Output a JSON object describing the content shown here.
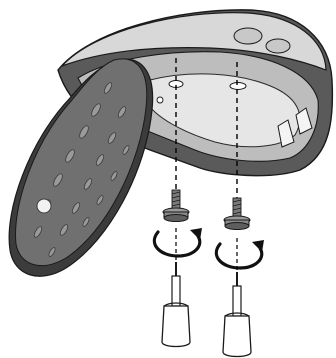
{
  "diagram": {
    "kind": "installation-illustration",
    "parts": {
      "housing": "detector-base-housing",
      "plate": "mounting-plate",
      "screws": [
        "mounting-screw",
        "mounting-screw"
      ],
      "screwdrivers": [
        "screwdriver",
        "screwdriver"
      ]
    },
    "colors": {
      "line": "#1a1a1a",
      "housing_light": "#dcdcdc",
      "housing_mid": "#a8a8a8",
      "housing_dark": "#5a5a5a",
      "plate": "#707070",
      "plate_dark": "#3c3c3c",
      "plate_holes": "#9a9a9a",
      "screw_metal": "#7a7a7a",
      "arrow": "#111111",
      "guide_line": "#000000"
    },
    "icons": [
      "rotate-clockwise-arrow-icon",
      "rotate-clockwise-arrow-icon"
    ]
  }
}
